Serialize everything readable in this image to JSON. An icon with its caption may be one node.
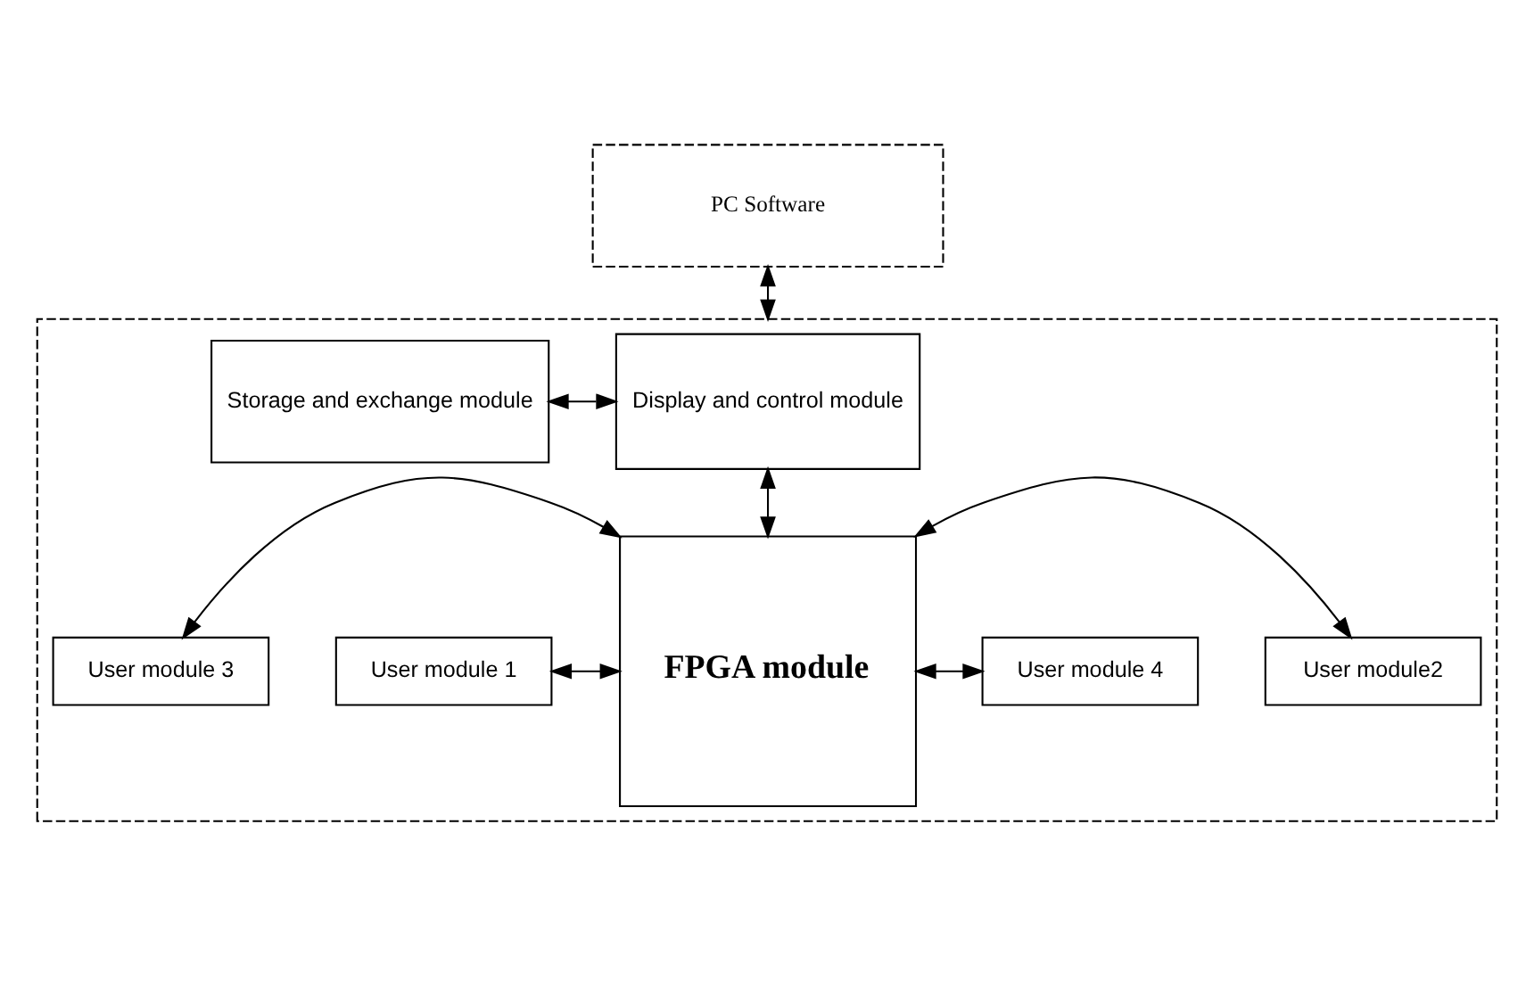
{
  "diagram": {
    "nodes": [
      {
        "text": [
          "PC Software"
        ]
      },
      {
        "text": [],
        "shape": "box"
      },
      {
        "text": [
          "Storage and exchange module"
        ],
        "in": 1
      },
      {
        "text": [
          "Display and control module"
        ],
        "in": 1
      },
      {
        "text": [
          "FPGA module"
        ],
        "in": 1
      },
      {
        "text": [
          "User module 1"
        ],
        "in": 1
      },
      {
        "text": [
          "User module 3"
        ],
        "in": 1
      },
      {
        "text": [
          "User module2"
        ],
        "in": 1
      },
      {
        "text": [
          "User module 4"
        ],
        "in": 1
      }
    ],
    "edges": [
      {
        "from": 0,
        "to": 1,
        "arrow": "both"
      },
      {
        "from": 2,
        "to": 3,
        "arrow": "both"
      },
      {
        "from": 3,
        "to": 4,
        "arrow": "both"
      },
      {
        "from": 5,
        "to": 4,
        "arrow": "both"
      },
      {
        "from": 6,
        "to": 4,
        "arrow": "both"
      },
      {
        "from": 4,
        "to": 7,
        "arrow": "both"
      },
      {
        "from": 4,
        "to": 8,
        "arrow": "both"
      }
    ]
  }
}
